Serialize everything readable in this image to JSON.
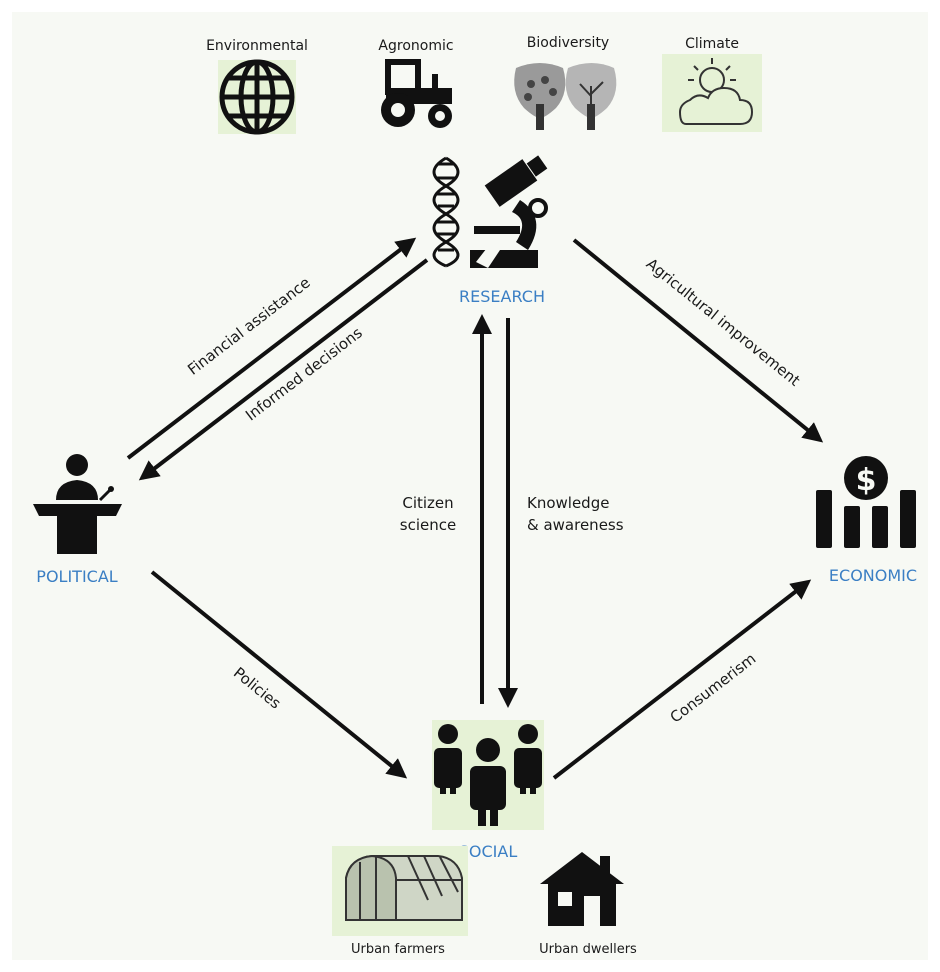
{
  "colors": {
    "background": "#f7f9f4",
    "node_label": "#3b7fc4",
    "text": "#1a1a1a",
    "icon": "#111111",
    "icon_bg": "#e6f2d6"
  },
  "top_icons": [
    {
      "label": "Environmental",
      "icon": "globe-icon"
    },
    {
      "label": "Agronomic",
      "icon": "tractor-icon"
    },
    {
      "label": "Biodiversity",
      "icon": "trees-icon"
    },
    {
      "label": "Climate",
      "icon": "sun-cloud-icon"
    }
  ],
  "nodes": {
    "research": {
      "label": "RESEARCH",
      "icon": "dna-microscope-icon"
    },
    "political": {
      "label": "POLITICAL",
      "icon": "speaker-podium-icon"
    },
    "economic": {
      "label": "ECONOMIC",
      "icon": "dollar-bank-icon"
    },
    "social": {
      "label": "SOCIAL",
      "icon": "people-group-icon"
    }
  },
  "edges": {
    "financial_assistance": "Financial assistance",
    "informed_decisions": "Informed decisions",
    "agricultural_improvement": "Agricultural improvement",
    "citizen_science_1": "Citizen",
    "citizen_science_2": "science",
    "knowledge_1": "Knowledge",
    "knowledge_2": "& awareness",
    "policies": "Policies",
    "consumerism": "Consumerism"
  },
  "bottom_icons": [
    {
      "label": "Urban farmers",
      "icon": "greenhouse-icon"
    },
    {
      "label": "Urban dwellers",
      "icon": "house-icon"
    }
  ]
}
